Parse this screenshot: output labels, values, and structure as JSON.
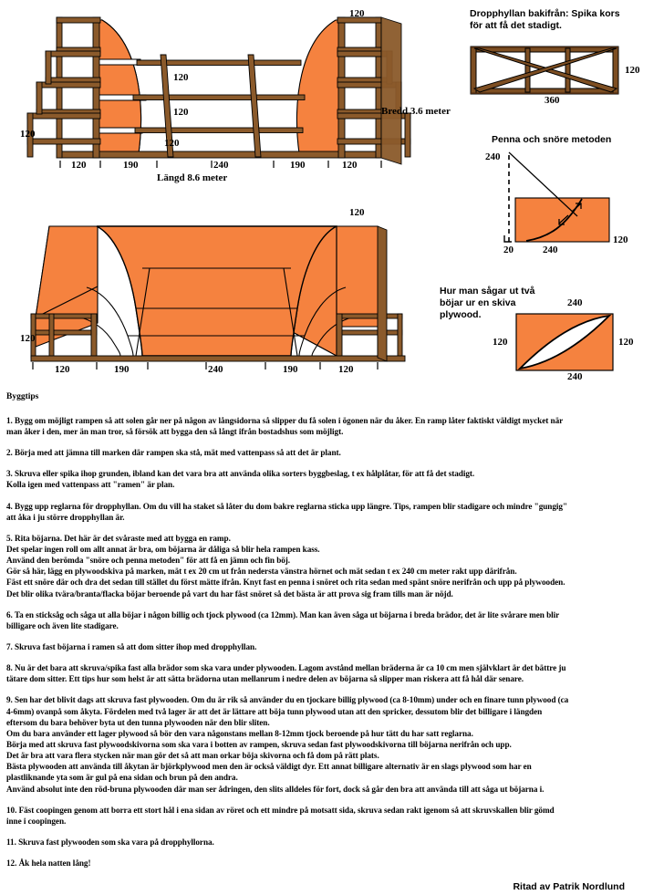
{
  "colors": {
    "ramp_fill": "#F5823F",
    "wood_dark": "#6B3C18",
    "wood_mid": "#8B5A2B",
    "wood_light": "#A9703C",
    "outline": "#000000",
    "page_bg": "#FFFFFF"
  },
  "top_diagram": {
    "name": "ramp-frame-cutaway",
    "labels": {
      "top_right_120": "120",
      "left_120": "120",
      "inner_120_a": "120",
      "inner_120_b": "120",
      "inner_120_c": "120",
      "width_note": "Bredd 3.6 meter",
      "length_note": "Längd 8.6 meter"
    },
    "bottom_dims": [
      "120",
      "190",
      "240",
      "190",
      "120"
    ]
  },
  "bottom_diagram": {
    "name": "ramp-finished-view",
    "labels": {
      "top_right_120": "120",
      "left_120": "120"
    },
    "bottom_dims": [
      "120",
      "190",
      "240",
      "190",
      "120"
    ]
  },
  "drop_shelf_diagram": {
    "name": "drop-shelf-rear-view",
    "caption_line1": "Dropphyllan bakifrån: Spika kors",
    "caption_line2": "för att få det stadigt.",
    "height_label": "120",
    "width_label": "360"
  },
  "string_method_diagram": {
    "name": "pencil-and-string-method",
    "title": "Penna och snöre metoden",
    "vertical_label": "240",
    "right_label": "120",
    "bottom_left_label": "20",
    "bottom_label": "240"
  },
  "plywood_diagram": {
    "name": "two-curves-from-one-plywood-sheet",
    "caption_line1": "Hur man sågar ut två",
    "caption_line2": "böjar ur en skiva",
    "caption_line3": "plywood.",
    "top_label": "240",
    "left_label": "120",
    "right_label": "120",
    "bottom_label": "240"
  },
  "body": {
    "heading": "Byggtips",
    "paragraphs": [
      {
        "id": "tip-1",
        "lines": [
          "1. Bygg om möjligt rampen så att solen går ner på någon av långsidorna så slipper du få solen i ögonen när du åker. En ramp låter faktiskt väldigt mycket när",
          "man åker i den, mer än man tror, så försök att bygga den så långt ifrån bostadshus som möjligt."
        ]
      },
      {
        "id": "tip-2",
        "lines": [
          "2. Börja med att jämna till marken där rampen ska stå, mät med vattenpass så att det är plant."
        ]
      },
      {
        "id": "tip-3",
        "lines": [
          "3. Skruva eller spika ihop grunden, ibland kan det vara bra att använda olika sorters byggbeslag, t ex hålplåtar, för att få det stadigt.",
          "Kolla igen med vattenpass att \"ramen\" är plan."
        ]
      },
      {
        "id": "tip-4",
        "lines": [
          "4. Bygg upp reglarna för dropphyllan. Om du vill ha staket så låter du dom bakre reglarna sticka upp längre. Tips, rampen blir stadigare och mindre \"gungig\"",
          "att åka i ju större dropphyllan är."
        ]
      },
      {
        "id": "tip-5",
        "lines": [
          "5. Rita böjarna. Det här är det svåraste med att bygga en ramp.",
          "Det spelar ingen roll om allt annat är bra, om böjarna är dåliga så blir hela rampen kass.",
          "Använd den berömda \"snöre och penna metoden\" för att få en jämn och fin böj.",
          "Gör så här, lägg en plywoodskiva på marken, mät t ex 20 cm ut från nedersta vänstra hörnet och mät sedan t ex 240 cm meter rakt upp därifrån.",
          "Fäst ett snöre där och dra det sedan till stället du först mätte ifrån. Knyt fast en penna i snöret och rita sedan med spänt snöre nerifrån och upp på plywooden.",
          "Det blir olika tvära/branta/flacka böjar beroende på vart du har fäst snöret så det bästa är att prova sig fram tills man är nöjd."
        ]
      },
      {
        "id": "tip-6",
        "lines": [
          "6. Ta en sticksåg och såga ut alla böjar i någon billig och tjock plywood (ca 12mm). Man kan även såga ut böjarna i breda brädor, det är lite svårare men blir",
          "billigare och även lite stadigare."
        ]
      },
      {
        "id": "tip-7",
        "lines": [
          "7. Skruva fast böjarna i ramen så att dom sitter ihop med dropphyllan."
        ]
      },
      {
        "id": "tip-8",
        "lines": [
          "8. Nu är det bara att skruva/spika fast alla brädor som ska vara under plywooden. Lagom avstånd mellan bräderna är ca 10 cm men självklart är det bättre ju",
          "tätare dom sitter. Ett tips hur som helst är att sätta brädorna utan mellanrum i nedre delen av böjarna så slipper man riskera att få hål där senare."
        ]
      },
      {
        "id": "tip-9",
        "lines": [
          "9. Sen har det blivit dags att skruva fast plywooden. Om du är rik så använder du en tjockare billig plywood (ca 8-10mm) under och en finare tunn plywood (ca",
          "4-6mm) ovanpå som åkyta. Fördelen med två lager är att det är lättare att böja tunn plywood utan att den spricker, dessutom blir det billigare i längden",
          "eftersom du bara behöver byta ut den tunna plywooden när den blir sliten.",
          "Om du bara använder ett lager plywood så bör den vara någonstans mellan 8-12mm tjock beroende på hur tätt du har satt reglarna.",
          "Börja med att skruva fast plywoodskivorna som ska vara i botten av rampen, skruva sedan fast plywoodskivorna till böjarna nerifrån och upp.",
          "Det är bra att vara flera stycken när man gör det så att man orkar böja skivorna och få dom på rätt plats.",
          "Bästa plywooden att använda till åkytan är björkplywood men den är också väldigt dyr. Ett annat billigare alternativ är en slags plywood som har en",
          "plastliknande yta som är gul på ena sidan och brun på den andra.",
          "Använd absolut inte den röd-bruna plywooden där man ser ådringen, den slits alldeles för fort, dock så går den bra att använda till att såga ut böjarna i."
        ]
      },
      {
        "id": "tip-10",
        "lines": [
          "10. Fäst coopingen genom att borra ett stort hål i ena sidan av röret och ett mindre på motsatt sida, skruva sedan rakt igenom så att skruvskallen blir gömd",
          "inne i coopingen."
        ]
      },
      {
        "id": "tip-11",
        "lines": [
          "11. Skruva fast plywooden som ska vara på dropphyllorna."
        ]
      },
      {
        "id": "tip-12",
        "lines": [
          "12. Åk hela natten lång!"
        ]
      }
    ],
    "signature": "Ritad av Patrik Nordlund"
  }
}
